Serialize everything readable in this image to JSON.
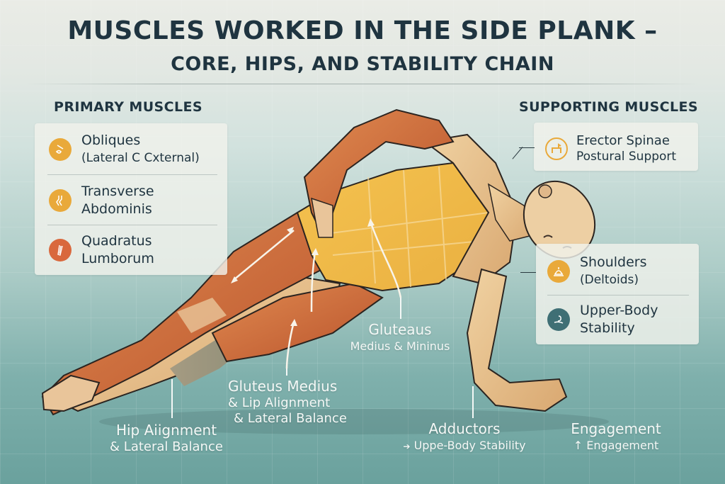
{
  "title": {
    "line1": "MUSCLES WORKED IN THE SIDE PLANK –",
    "line2": "CORE, HIPS, AND STABILITY CHAIN"
  },
  "primary": {
    "heading": "PRIMARY MUSCLES",
    "items": [
      {
        "name": "Obliques",
        "detail": "(Lateral C Cxternal)",
        "icon": "oblique-muscle-icon",
        "color": "#e9a93a"
      },
      {
        "name": "Transverse",
        "detail": "Abdominis",
        "icon": "transverse-abdominis-icon",
        "color": "#e9a93a"
      },
      {
        "name": "Quadratus",
        "detail": "Lumborum",
        "icon": "quadratus-lumborum-icon",
        "color": "#d9683d"
      }
    ]
  },
  "supporting": {
    "heading": "SUPPORTING MUSCLES",
    "erector": {
      "name": "Erector Spinae",
      "detail": "Postural Support",
      "icon": "spine-arch-icon",
      "color": "#e9a93a"
    },
    "items": [
      {
        "name": "Shoulders",
        "detail": "(Deltoids)",
        "icon": "shoulder-dome-icon",
        "color": "#e9a93a"
      },
      {
        "name": "Upper-Body",
        "detail": "Stability",
        "icon": "flexed-arm-icon",
        "color": "#3f6f75"
      }
    ]
  },
  "figure_labels": {
    "gluteaus": {
      "main": "Gluteaus",
      "sub": "Medius & Mininus"
    },
    "gluteus_medius": {
      "main": "Gluteus Medius",
      "sub1": "& Lip Alignment",
      "sub2": "& Lateral Balance"
    },
    "hip_alignment": {
      "main": "Hip Aiignment",
      "sub": "& Lateral Balance"
    },
    "adductors": {
      "main": "Adductors",
      "sub": "Uppe-Body Stability",
      "arrow": "➔"
    },
    "engagement": {
      "main": "Engagement",
      "sub": "Engagement",
      "arrow": "↑"
    }
  },
  "colors": {
    "title_text": "#1f3440",
    "accent_orange": "#e9a93a",
    "accent_red": "#d9683d",
    "accent_teal": "#3f6f75",
    "muscle_red": "#c9643a",
    "core_yellow": "#f0bd55",
    "skin": "#e9c79a"
  }
}
